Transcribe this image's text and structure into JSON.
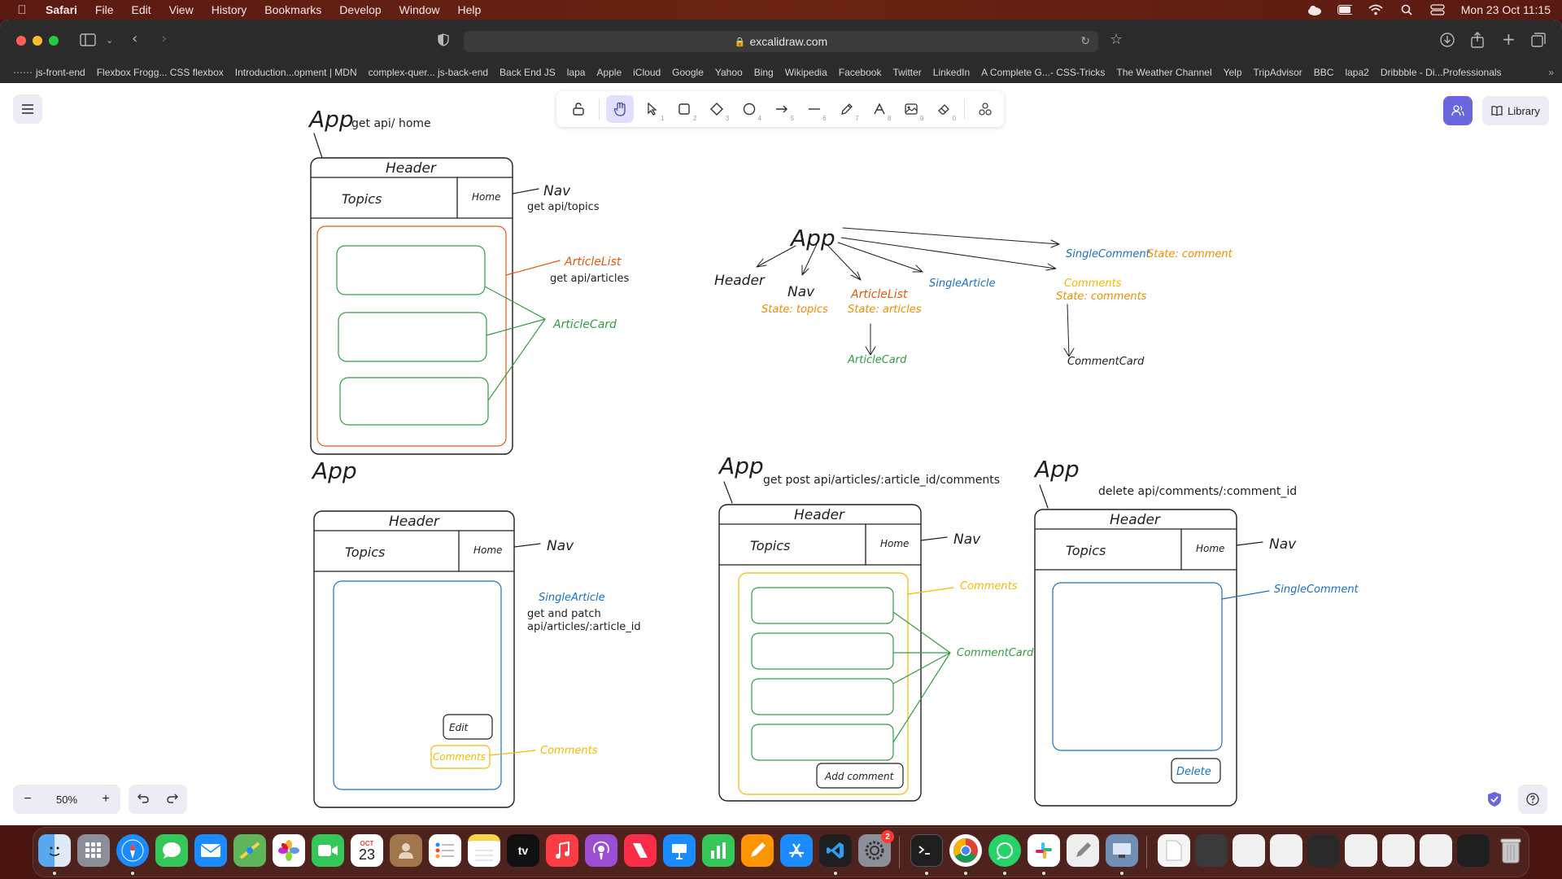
{
  "menubar": {
    "app_name": "Safari",
    "items": [
      "File",
      "Edit",
      "View",
      "History",
      "Bookmarks",
      "Develop",
      "Window",
      "Help"
    ],
    "clock": "Mon 23 Oct  11:15"
  },
  "browser": {
    "url": "excalidraw.com",
    "bookmarks": [
      "js-front-end",
      "Flexbox Frogg... CSS flexbox",
      "Introduction...opment | MDN",
      "complex-quer... js-back-end",
      "Back End JS",
      "lapa",
      "Apple",
      "iCloud",
      "Google",
      "Yahoo",
      "Bing",
      "Wikipedia",
      "Facebook",
      "Twitter",
      "LinkedIn",
      "A Complete G...- CSS-Tricks",
      "The Weather Channel",
      "Yelp",
      "TripAdvisor",
      "BBC",
      "lapa2",
      "Dribbble - Di...Professionals"
    ]
  },
  "excalidraw": {
    "tool_keys": [
      "1",
      "2",
      "3",
      "4",
      "5",
      "6",
      "7",
      "8",
      "9",
      "0"
    ],
    "library_label": "Library",
    "zoom": "50%"
  },
  "drawing": {
    "wire1": {
      "app": "App",
      "api": "get api/ home",
      "header": "Header",
      "topics": "Topics",
      "home": "Home",
      "nav": "Nav",
      "nav_api": "get api/topics",
      "articlelist": "ArticleList",
      "articlelist_api": "get api/articles",
      "articlecard": "ArticleCard"
    },
    "tree": {
      "app": "App",
      "header": "Header",
      "nav": "Nav",
      "nav_state": "State: topics",
      "articlelist": "ArticleList",
      "articlelist_state": "State: articles",
      "articlecard": "ArticleCard",
      "singlearticle": "SingleArticle",
      "singlecomment": "SingleComment",
      "singlecomment_state": "State: comment",
      "comments": "Comments",
      "comments_state": "State: comments",
      "commentcard": "CommentCard"
    },
    "wire2": {
      "app": "App",
      "header": "Header",
      "topics": "Topics",
      "home": "Home",
      "nav": "Nav",
      "singlearticle": "SingleArticle",
      "api_line1": "get and patch",
      "api_line2": "api/articles/:article_id",
      "edit": "Edit",
      "comments_btn": "Comments",
      "comments": "Comments"
    },
    "wire3": {
      "app": "App",
      "api": "get post api/articles/:article_id/comments",
      "header": "Header",
      "topics": "Topics",
      "home": "Home",
      "nav": "Nav",
      "comments": "Comments",
      "commentcard": "CommentCard",
      "add_comment": "Add comment"
    },
    "wire4": {
      "app": "App",
      "api": "delete api/comments/:comment_id",
      "header": "Header",
      "topics": "Topics",
      "home": "Home",
      "nav": "Nav",
      "singlecomment": "SingleComment",
      "delete": "Delete"
    }
  },
  "colors": {
    "orange_red": "#e8590c",
    "green": "#2f9e44",
    "blue": "#1971c2",
    "yellow": "#f5b800",
    "accent": "#6965db"
  },
  "dock": {
    "calendar_month": "OCT",
    "calendar_day": "23",
    "settings_badge": "2",
    "tv_label": "tv"
  }
}
